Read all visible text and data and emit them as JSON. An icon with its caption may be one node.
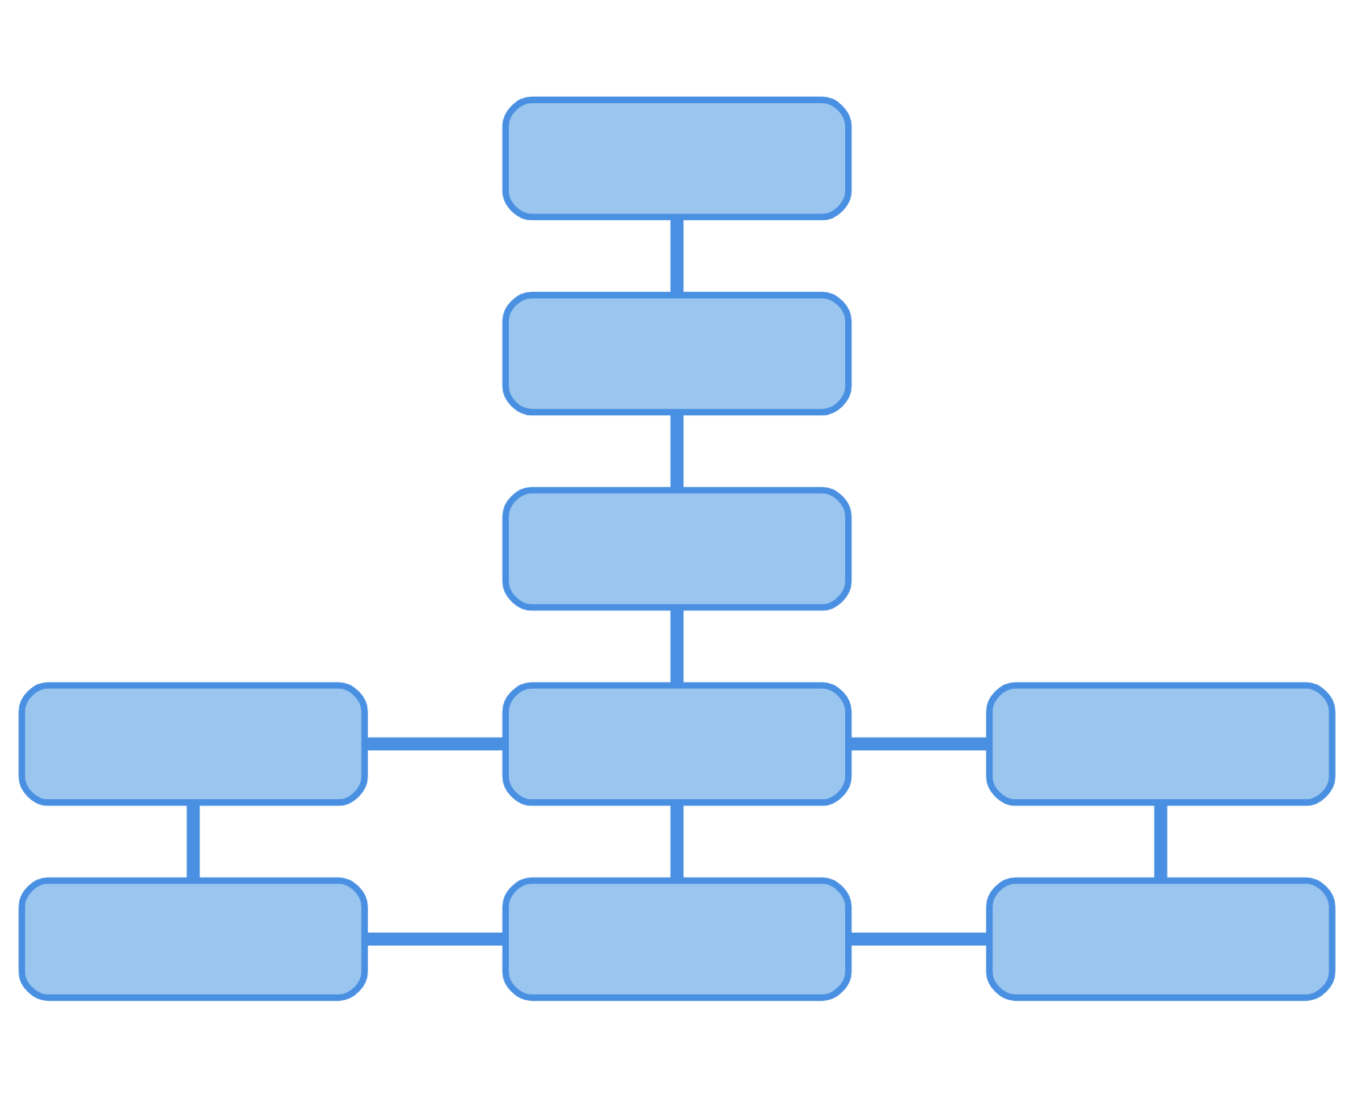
{
  "diagram": {
    "nodes": [
      {
        "text": [],
        "shape": "box"
      },
      {
        "text": [],
        "shape": "box"
      },
      {
        "text": [],
        "shape": "box"
      },
      {
        "text": [],
        "shape": "box"
      },
      {
        "text": [],
        "shape": "box"
      },
      {
        "text": [],
        "shape": "box"
      },
      {
        "text": [],
        "shape": "box"
      },
      {
        "text": [],
        "shape": "box"
      },
      {
        "text": [],
        "shape": "box"
      }
    ],
    "edges": [
      {
        "from": 0,
        "to": 1,
        "arrow": "none"
      },
      {
        "from": 1,
        "to": 2,
        "arrow": "none"
      },
      {
        "from": 2,
        "to": 4,
        "arrow": "none"
      },
      {
        "from": 3,
        "to": 4,
        "arrow": "none"
      },
      {
        "from": 4,
        "to": 5,
        "arrow": "none"
      },
      {
        "from": 3,
        "to": 6,
        "arrow": "none"
      },
      {
        "from": 4,
        "to": 7,
        "arrow": "none"
      },
      {
        "from": 5,
        "to": 8,
        "arrow": "none"
      },
      {
        "from": 6,
        "to": 7,
        "arrow": "none"
      },
      {
        "from": 7,
        "to": 8,
        "arrow": "none"
      }
    ]
  }
}
